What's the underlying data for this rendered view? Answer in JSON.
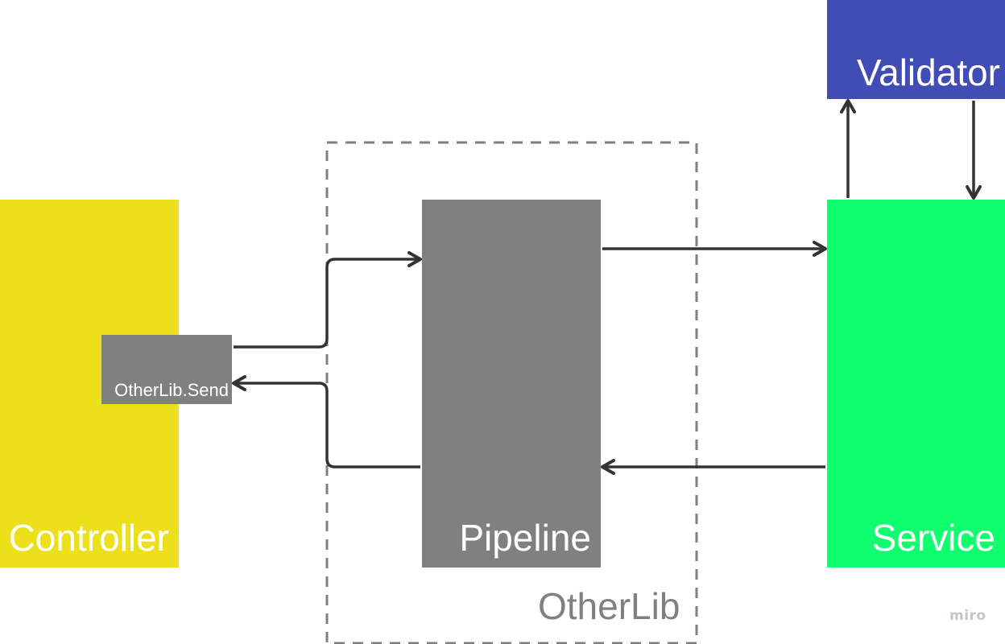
{
  "nodes": {
    "controller": {
      "label": "Controller",
      "color": "#ece01b"
    },
    "pipeline": {
      "label": "Pipeline",
      "color": "#808080"
    },
    "service": {
      "label": "Service",
      "color": "#10ff6e"
    },
    "validator": {
      "label": "Validator",
      "color": "#414db5"
    },
    "send": {
      "label": "OtherLib.Send",
      "color": "#808080"
    }
  },
  "group": {
    "label": "OtherLib",
    "border_color": "#808080"
  },
  "edges": [
    {
      "from": "send",
      "to": "pipeline"
    },
    {
      "from": "pipeline",
      "to": "send"
    },
    {
      "from": "pipeline",
      "to": "service"
    },
    {
      "from": "service",
      "to": "pipeline"
    },
    {
      "from": "service",
      "to": "validator"
    },
    {
      "from": "validator",
      "to": "service"
    }
  ],
  "watermark": "miro",
  "colors": {
    "edge": "#333333"
  }
}
